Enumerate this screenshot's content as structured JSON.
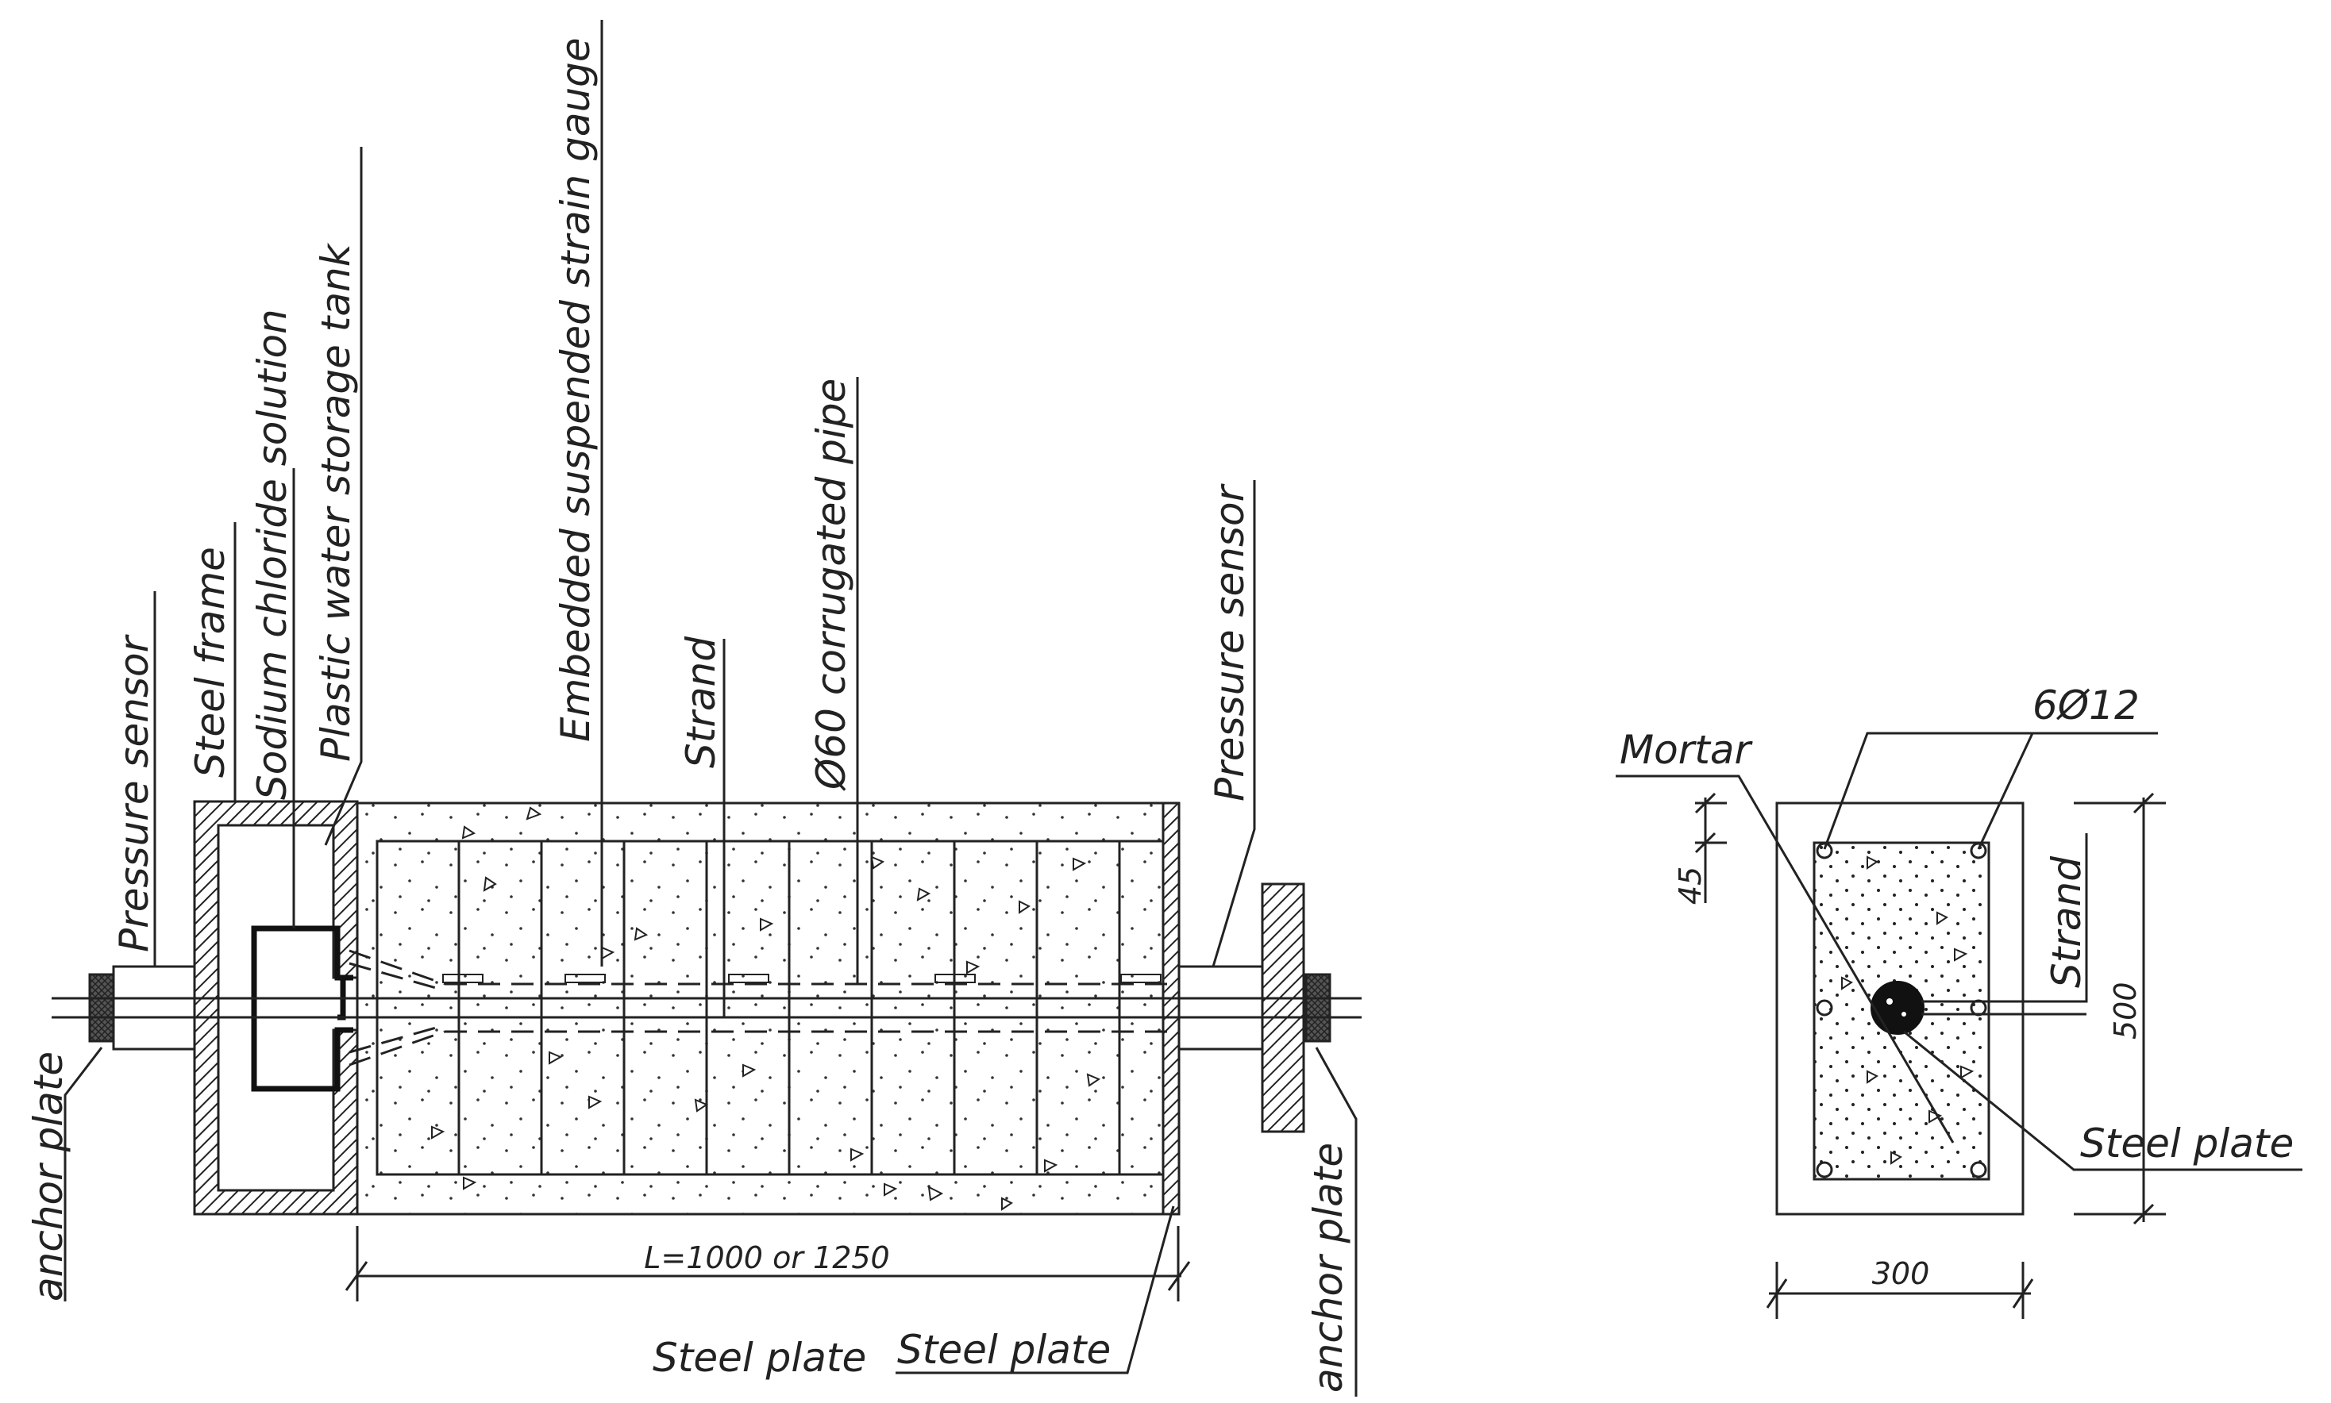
{
  "labels": {
    "anchor_plate_left": "anchor plate",
    "pressure_sensor_left": "Pressure sensor",
    "steel_frame": "Steel frame",
    "sodium_chloride": "Sodium chloride solution",
    "water_tank": "Plastic water storage tank",
    "strain_gauge": "Embedded suspended strain gauge",
    "strand_left": "Strand",
    "corrugated_pipe": "Ø60 corrugated pipe",
    "pressure_sensor_right": "Pressure sensor",
    "anchor_plate_right": "anchor plate",
    "steel_plate_1": "Steel plate",
    "steel_plate_2": "Steel plate",
    "length_dim": "L=1000 or 1250"
  },
  "section": {
    "mortar": "Mortar",
    "rebar": "6Ø12",
    "cover_dim": "45",
    "strand": "Strand",
    "height_dim": "500",
    "steel_plate": "Steel plate",
    "width_dim": "300"
  }
}
